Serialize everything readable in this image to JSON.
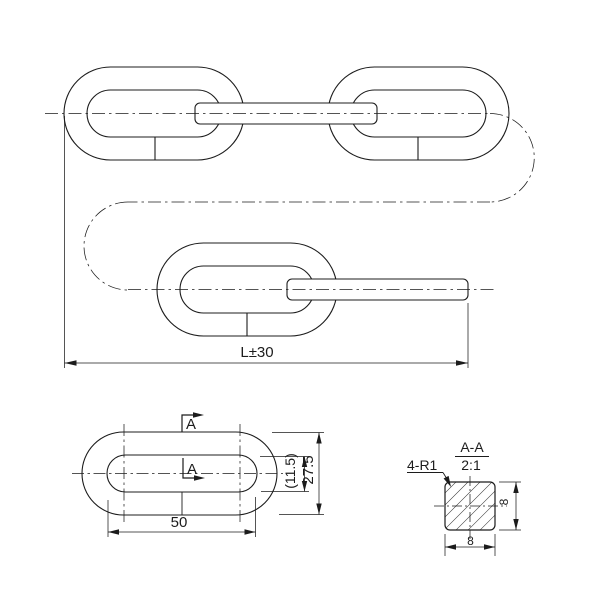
{
  "drawing": {
    "assembly": {
      "length_dim": "L±30"
    },
    "detail": {
      "length_dim": "50",
      "inner_height_dim": "(11.5)",
      "outer_height_dim": "27.5",
      "section_marker_top": "A",
      "section_marker_mid": "A"
    },
    "section": {
      "title": "A-A",
      "scale": "2:1",
      "corner_radius_note": "4-R1",
      "height_dim": "8",
      "width_dim": "8"
    },
    "colors": {
      "line": "#1c1c1c",
      "background": "#ffffff"
    }
  }
}
